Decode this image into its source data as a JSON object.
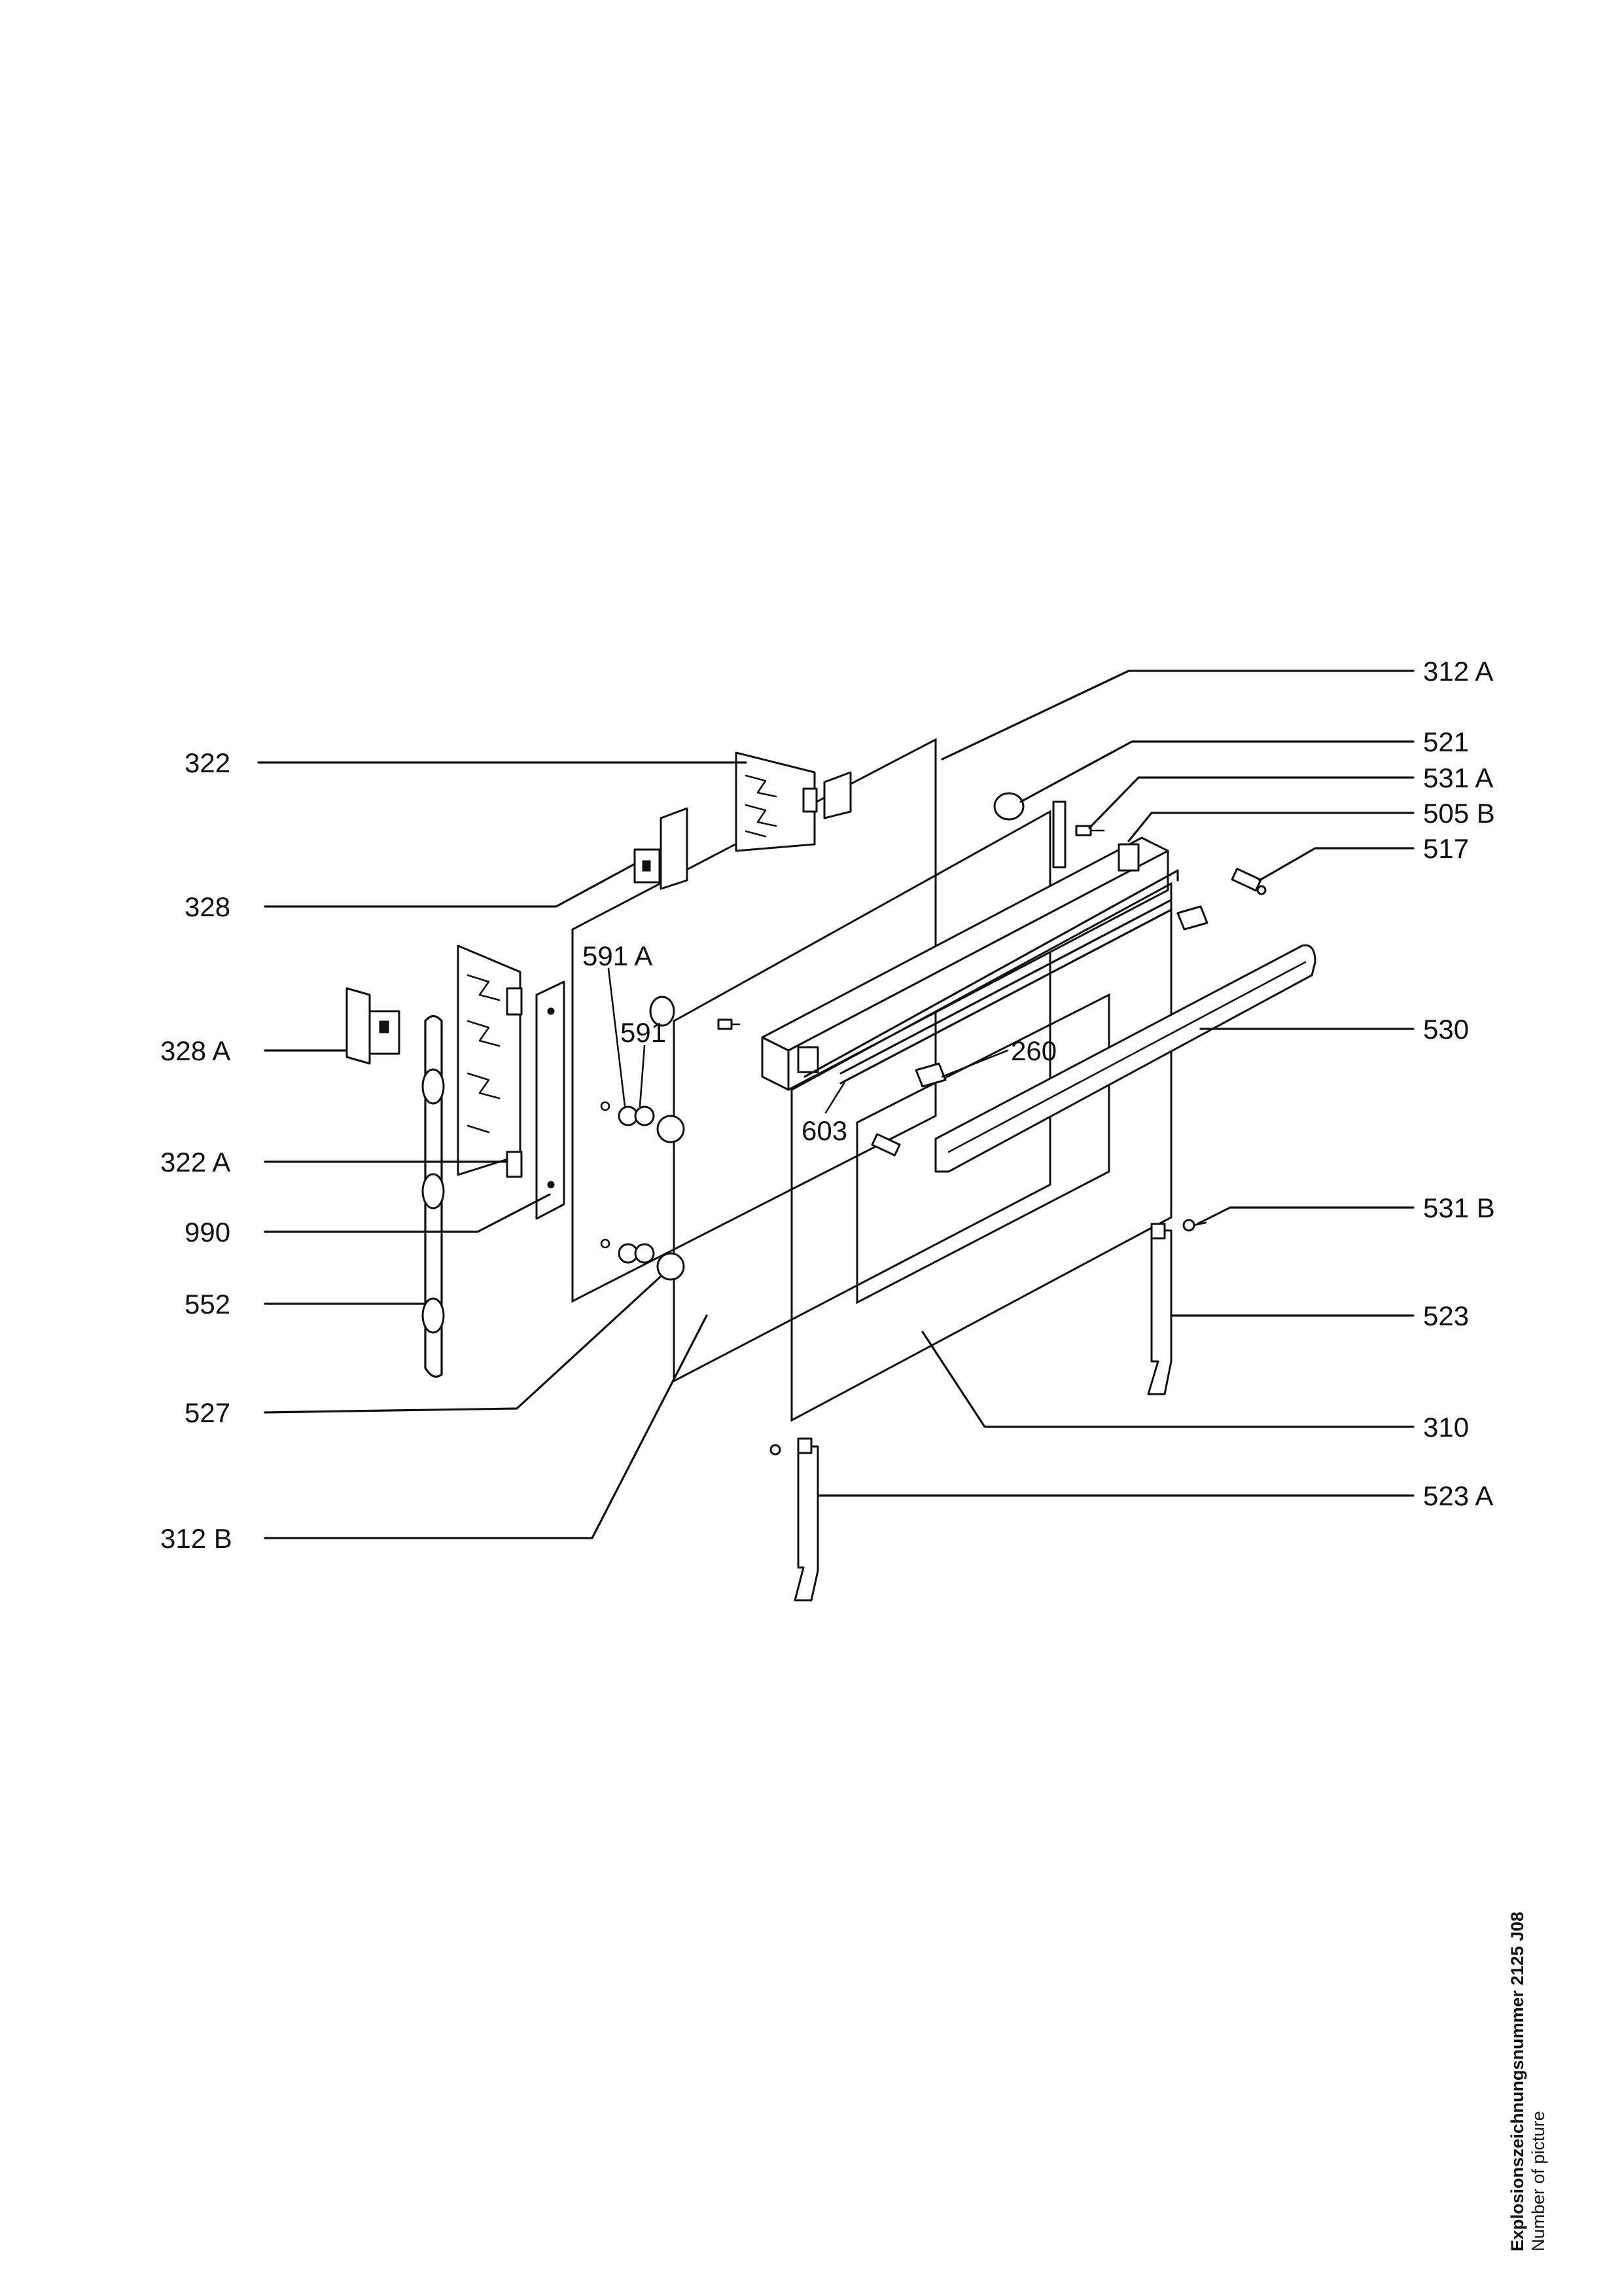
{
  "diagram": {
    "part_labels": {
      "p322": "322",
      "p328": "328",
      "p328a": "328 A",
      "p322a": "322 A",
      "p990": "990",
      "p552": "552",
      "p527": "527",
      "p312b": "312 B",
      "p312a": "312 A",
      "p521": "521",
      "p531a": "531 A",
      "p505b": "505 B",
      "p517": "517",
      "p530": "530",
      "p531b": "531 B",
      "p523": "523",
      "p310": "310",
      "p523a": "523 A",
      "p591a": "591 A",
      "p591": "591",
      "p260": "260",
      "p603": "603"
    }
  },
  "footer": {
    "picture_number": "Explosionszeichnungsnummer 2125 J08",
    "caption": "Number of picture"
  }
}
